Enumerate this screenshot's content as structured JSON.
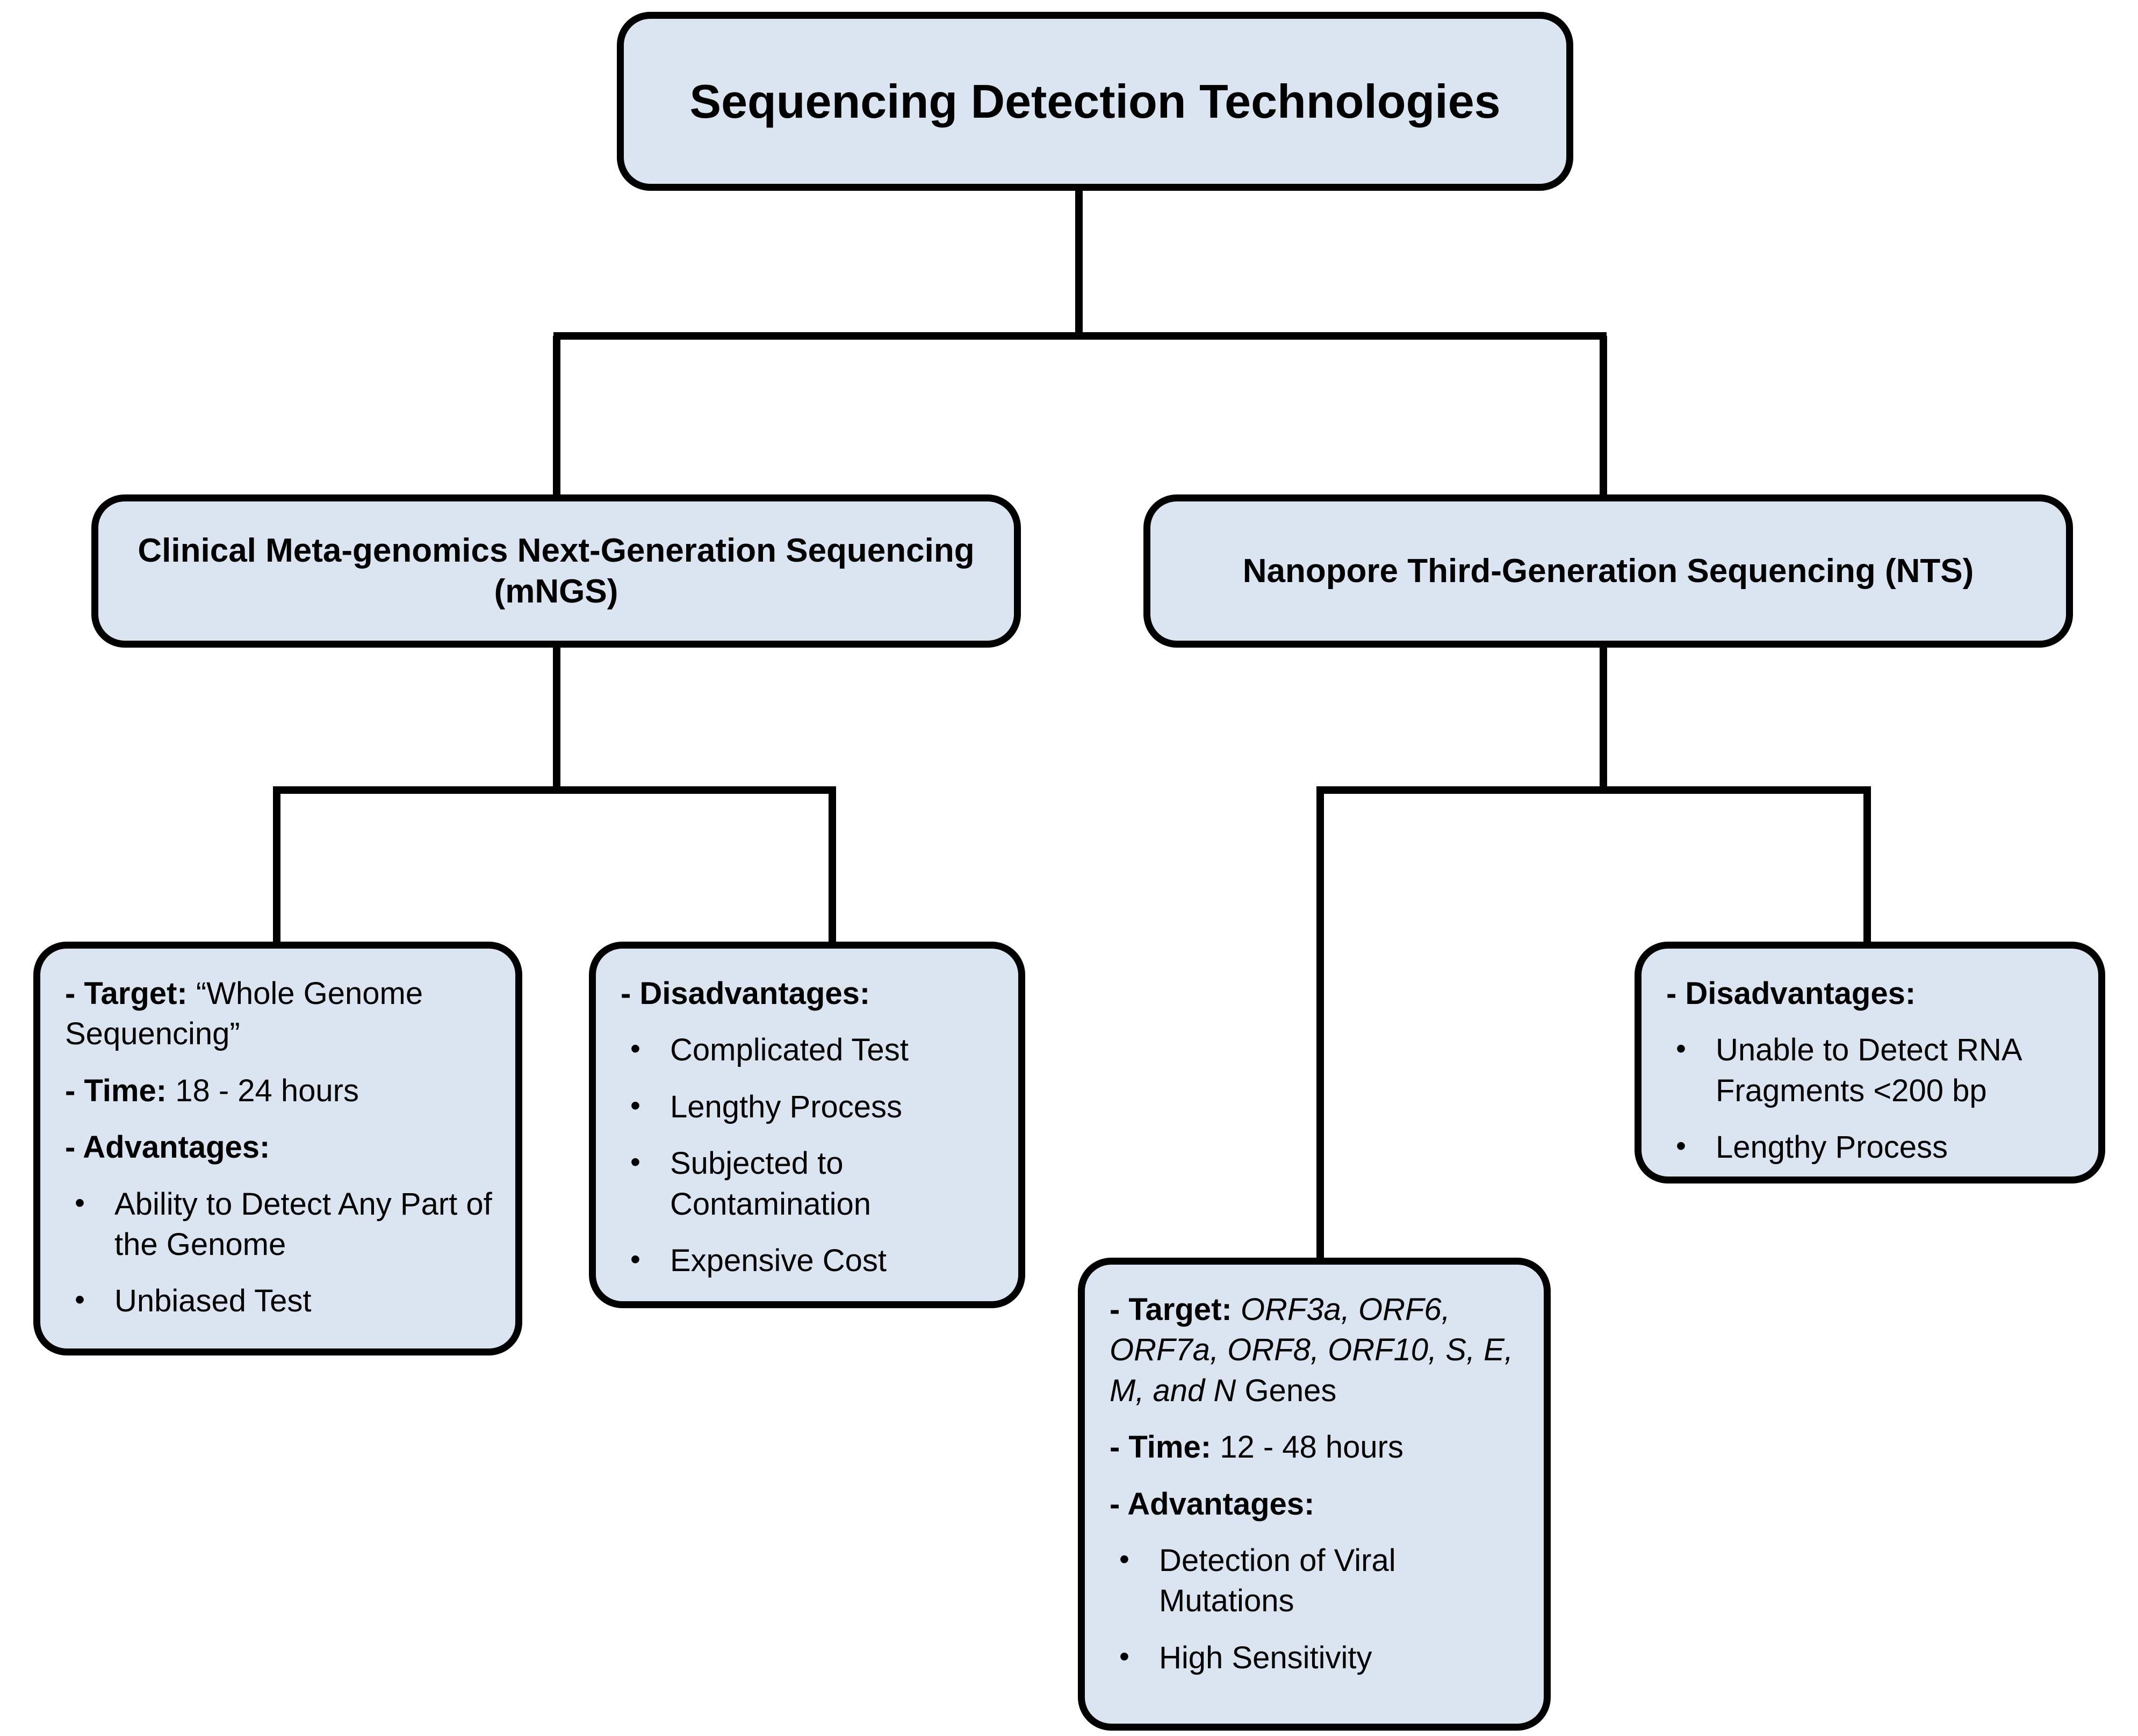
{
  "diagram": {
    "title": "Sequencing Detection Technologies",
    "colors": {
      "node_fill": "#dbe5f1",
      "node_border": "#000000",
      "connector": "#000000",
      "background": "#ffffff",
      "text": "#000000"
    },
    "root": {
      "label": "Sequencing Detection Technologies"
    },
    "branches": [
      {
        "label": "Clinical Meta-genomics Next-Generation Sequencing (mNGS)"
      },
      {
        "label": "Nanopore Third-Generation Sequencing (NTS)"
      }
    ],
    "details": {
      "mngs_target": {
        "target_label": "- Target:",
        "target_value": " “Whole Genome Sequencing”",
        "time_label": "- Time:",
        "time_value": " 18 - 24 hours",
        "advantages_label": "- Advantages:",
        "advantages": [
          "Ability to Detect Any Part of the Genome",
          "Unbiased Test"
        ],
        "bullet_glyph": "•"
      },
      "mngs_disadvantages": {
        "heading": "- Disadvantages:",
        "items": [
          "Complicated Test",
          "Lengthy Process",
          "Subjected to Contamination",
          "Expensive Cost"
        ],
        "bullet_glyph": "•"
      },
      "nts_target": {
        "target_label": "- Target:",
        "target_value_italic": " ORF3a, ORF6, ORF7a, ORF8, ORF10, S, E, M, and N",
        "target_value_tail": " Genes",
        "time_label": "- Time:",
        "time_value": " 12 - 48 hours",
        "advantages_label": "- Advantages:",
        "advantages": [
          "Detection of Viral Mutations",
          "High Sensitivity"
        ],
        "bullet_glyph": "•"
      },
      "nts_disadvantages": {
        "heading": "- Disadvantages:",
        "items": [
          "Unable to Detect RNA Fragments <200 bp",
          "Lengthy Process"
        ],
        "bullet_glyph": "•"
      }
    }
  }
}
